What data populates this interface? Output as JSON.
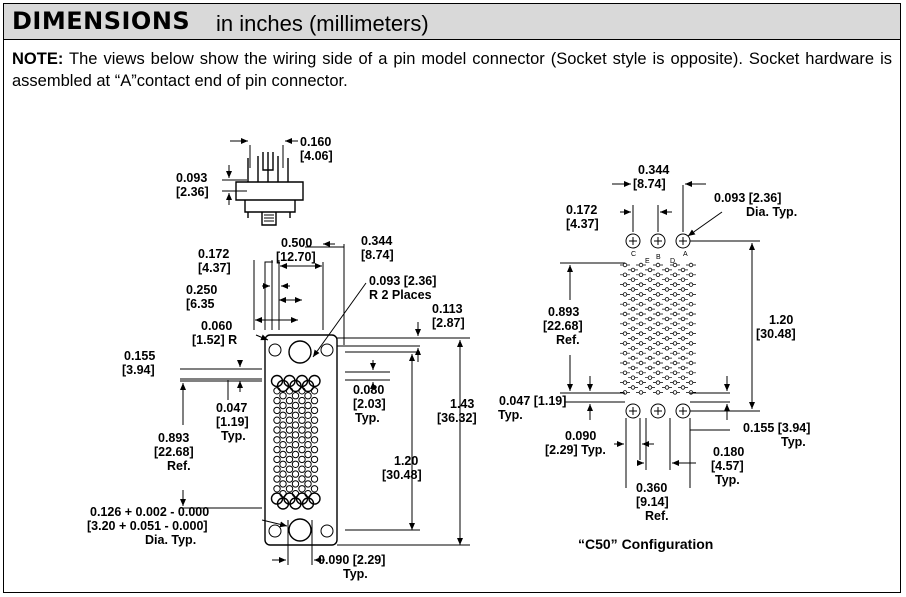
{
  "header": {
    "title_bold": "DIMENSIONS",
    "title_rest": "in inches (millimeters)"
  },
  "note": {
    "label": "NOTE:",
    "text": "The views below show the wiring side of a pin model connector (Socket style is opposite). Socket hardware is assembled at “A”contact end of pin connector."
  },
  "left_view": {
    "d1": [
      "0.160",
      "[4.06]"
    ],
    "d2": [
      "0.093",
      "[2.36]"
    ],
    "d3": [
      "0.172",
      "[4.37]"
    ],
    "d4": [
      "0.500",
      "[12.70]"
    ],
    "d5": [
      "0.344",
      "[8.74]"
    ],
    "d6": [
      "0.093 [2.36]",
      "R 2 Places"
    ],
    "d7": [
      "0.250",
      "[6.35"
    ],
    "d8": [
      "0.113",
      "[2.87]"
    ],
    "d9": [
      "0.060",
      "[1.52] R"
    ],
    "d10": [
      "0.155",
      "[3.94]"
    ],
    "d11": [
      "0.047",
      "[1.19]",
      "Typ."
    ],
    "d12": [
      "0.080",
      "[2.03]",
      "Typ."
    ],
    "d13": [
      "1.43",
      "[36.32]"
    ],
    "d14": [
      "0.893",
      "[22.68]",
      "Ref."
    ],
    "d15": [
      "1.20",
      "[30.48]"
    ],
    "d16": [
      "0.126 + 0.002 - 0.000",
      "[3.20 + 0.051 - 0.000]",
      "Dia. Typ."
    ],
    "d17": [
      "0.090 [2.29]",
      "Typ."
    ]
  },
  "right_view": {
    "d1": [
      "0.344",
      "[8.74]"
    ],
    "d2": [
      "0.093 [2.36]",
      "Dia. Typ."
    ],
    "d3": [
      "0.172",
      "[4.37]"
    ],
    "d4": [
      "0.893",
      "[22.68]",
      "Ref."
    ],
    "d5": [
      "1.20",
      "[30.48]"
    ],
    "d6": [
      "0.047 [1.19]",
      "Typ."
    ],
    "d7": [
      "0.155 [3.94]",
      "Typ."
    ],
    "d8": [
      "0.090",
      "[2.29] Typ."
    ],
    "d9": [
      "0.180",
      "[4.57]",
      "Typ."
    ],
    "d10": [
      "0.360",
      "[9.14]",
      "Ref."
    ],
    "pin_letters": [
      "C",
      "B",
      "A",
      "E",
      "D"
    ],
    "caption": "“C50” Configuration"
  }
}
